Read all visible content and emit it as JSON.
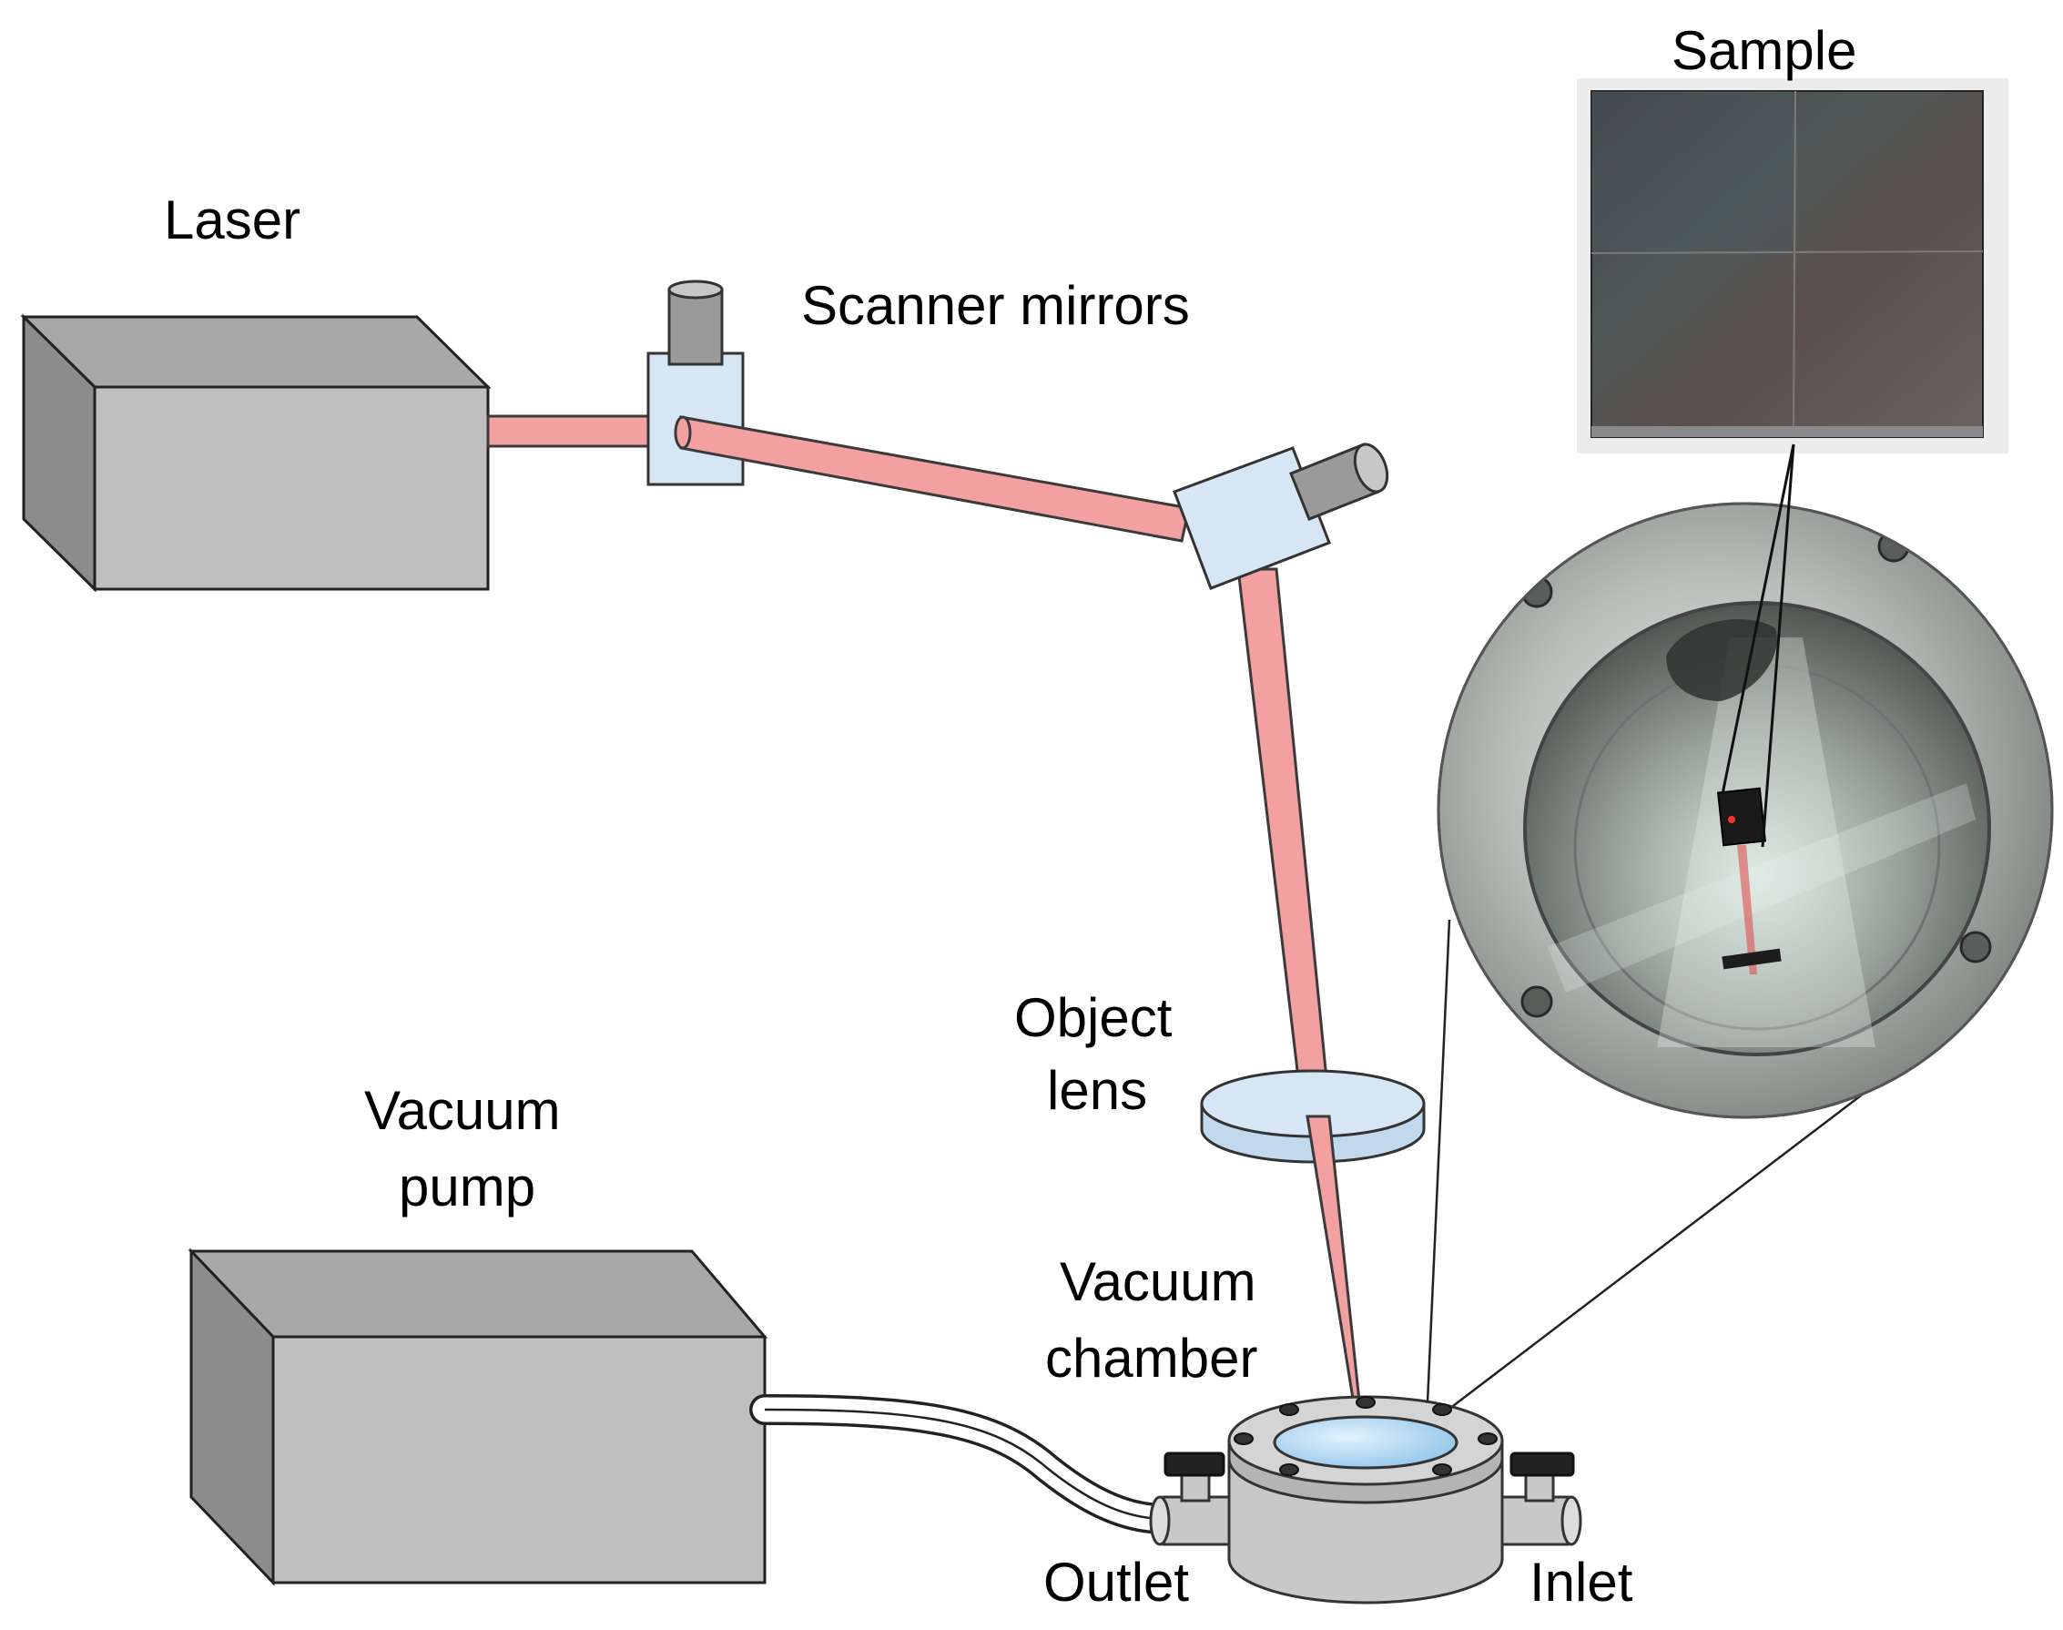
{
  "labels": {
    "laser": "Laser",
    "scanner_mirrors": "Scanner mirrors",
    "sample": "Sample",
    "object_lens_line1": "Object",
    "object_lens_line2": "lens",
    "vacuum_pump_line1": "Vacuum",
    "vacuum_pump_line2": "pump",
    "vacuum_chamber_line1": "Vacuum",
    "vacuum_chamber_line2": "chamber",
    "outlet": "Outlet",
    "inlet": "Inlet"
  },
  "colors": {
    "box_front": "#bfbfbf",
    "box_side": "#8c8c8c",
    "box_top": "#a8a8a8",
    "beam_fill": "#f2a0a0",
    "beam_stroke": "#3a3a3a",
    "mirror_fill": "#d6e6f4",
    "lens_fill": "#d6e6f4",
    "metal": "#c8c8c8",
    "chamber_window": "#a9d2f2",
    "sample_plate": "#4a4a4a"
  }
}
